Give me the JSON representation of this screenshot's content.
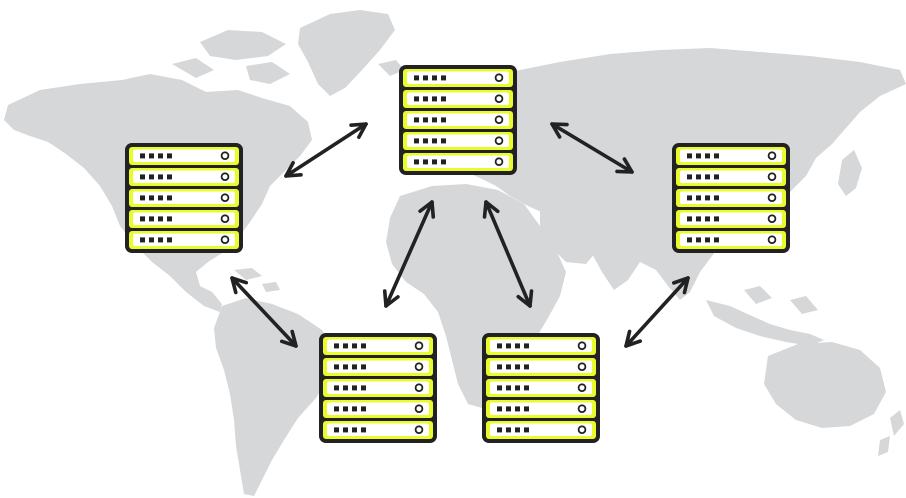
{
  "colors": {
    "background": "#ffffff",
    "map": "#d6d7d9",
    "outline": "#222222",
    "accent": "#e9fb2c",
    "arrow": "#222222"
  },
  "diagram": {
    "servers": [
      {
        "id": "server-north-america",
        "rack_units": 5
      },
      {
        "id": "server-europe",
        "rack_units": 5
      },
      {
        "id": "server-asia",
        "rack_units": 5
      },
      {
        "id": "server-south-america",
        "rack_units": 5
      },
      {
        "id": "server-africa",
        "rack_units": 5
      }
    ],
    "links": [
      {
        "id": "link-north-america-europe",
        "from": "server-north-america",
        "to": "server-europe",
        "bidirectional": true
      },
      {
        "id": "link-europe-asia",
        "from": "server-europe",
        "to": "server-asia",
        "bidirectional": true
      },
      {
        "id": "link-europe-south-america",
        "from": "server-europe",
        "to": "server-south-america",
        "bidirectional": true
      },
      {
        "id": "link-europe-africa",
        "from": "server-europe",
        "to": "server-africa",
        "bidirectional": true
      },
      {
        "id": "link-north-america-south-america",
        "from": "server-north-america",
        "to": "server-south-america",
        "bidirectional": true
      },
      {
        "id": "link-africa-asia",
        "from": "server-africa",
        "to": "server-asia",
        "bidirectional": true
      }
    ]
  }
}
